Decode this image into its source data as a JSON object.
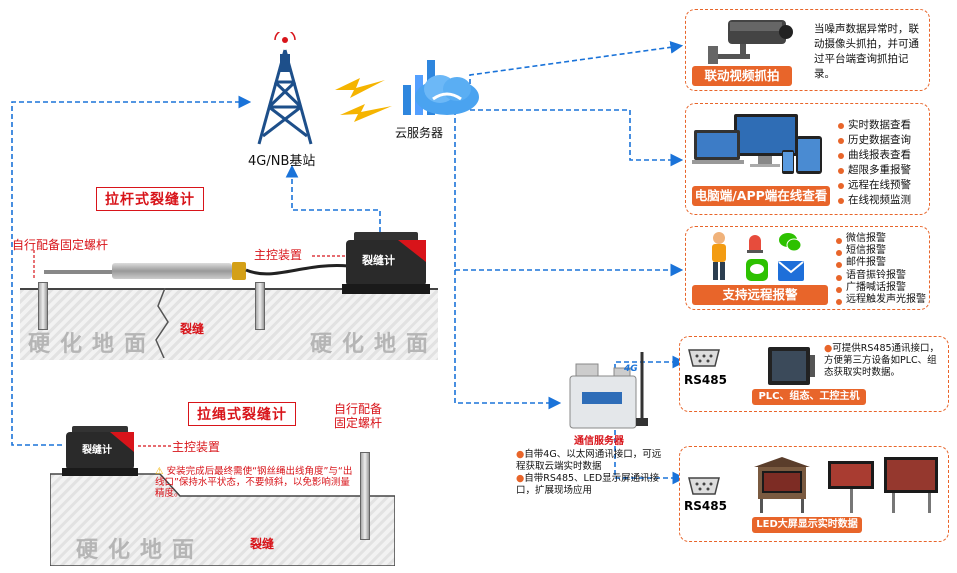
{
  "network": {
    "base_station": "4G/NB基站",
    "cloud": "云服务器"
  },
  "panels": {
    "video": {
      "banner": "联动视频抓拍",
      "desc": "当噪声数据异常时，联动摄像头抓拍，并可通过平台端查询抓拍记录。"
    },
    "online": {
      "banner": "电脑端/APP端在线查看",
      "items": [
        "实时数据查看",
        "历史数据查询",
        "曲线报表查看",
        "超限多重报警",
        "远程在线预警",
        "在线视频监测"
      ]
    },
    "alarm": {
      "banner": "支持远程报警",
      "items": [
        "微信报警",
        "短信报警",
        "邮件报警",
        "语音振铃报警",
        "广播喊话报警",
        "远程触发声光报警"
      ]
    },
    "rs485_plc": {
      "port": "RS485",
      "banner": "PLC、组态、工控主机",
      "desc": "可提供RS485通讯接口，方便第三方设备如PLC、组态获取实时数据。"
    },
    "rs485_led": {
      "port": "RS485",
      "banner": "LED大屏显示实时数据"
    }
  },
  "comm_server": {
    "label": "通信服务器",
    "notes": [
      "自带4G、以太网通讯接口，可远程获取云端实时数据",
      "自带RS485、LED显示屏通讯接口，扩展现场应用"
    ]
  },
  "rod_type": {
    "title": "拉杆式裂缝计",
    "bolt_label": "自行配备固定螺杆",
    "controller_label": "主控装置",
    "device_name": "裂缝计",
    "crack_label": "裂缝",
    "ground_text": "硬化地面",
    "ground_text2": "硬化地面"
  },
  "wire_type": {
    "title": "拉绳式裂缝计",
    "bolt_label": "自行配备\n固定螺杆",
    "controller_label": "主控装置",
    "device_name": "裂缝计",
    "warning": "安装完成后最终需使“钢丝绳出线角度”与“出线口”保持水平状态，不要倾斜，以免影响测量精度。",
    "crack_label": "裂缝",
    "ground_text": "硬化地面"
  },
  "colors": {
    "accent": "#e8652a",
    "red": "#d8141a",
    "link": "#1a73d9",
    "tower": "#1d4f8a"
  }
}
